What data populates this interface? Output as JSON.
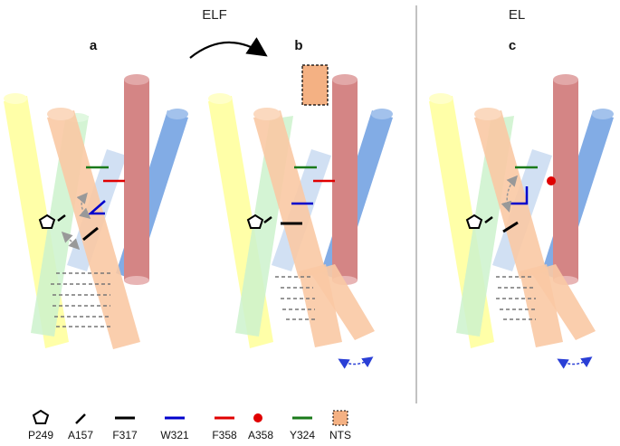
{
  "headers": {
    "left": "ELF",
    "right": "EL"
  },
  "panels": [
    {
      "id": "a",
      "label": "a"
    },
    {
      "id": "b",
      "label": "b"
    },
    {
      "id": "c",
      "label": "c"
    }
  ],
  "legend": [
    {
      "symbol": "pentagon",
      "label": "P249",
      "color": "#000000"
    },
    {
      "symbol": "short-dash",
      "label": "A157",
      "color": "#000000"
    },
    {
      "symbol": "line",
      "label": "F317",
      "color": "#000000"
    },
    {
      "symbol": "line",
      "label": "W321",
      "color": "#0000cc"
    },
    {
      "symbol": "line",
      "label": "F358",
      "color": "#e00000"
    },
    {
      "symbol": "dot",
      "label": "A358",
      "color": "#e00000"
    },
    {
      "symbol": "line",
      "label": "Y324",
      "color": "#1a7a1a"
    },
    {
      "symbol": "box",
      "label": "NTS",
      "color": "#f4b183"
    }
  ],
  "helix_colors": {
    "yellow": "#ffff99",
    "green": "#ccf2cc",
    "light_blue": "#c6d8f0",
    "peach": "#f9c9a4",
    "red": "#d48585",
    "blue": "#6c9ee0"
  }
}
